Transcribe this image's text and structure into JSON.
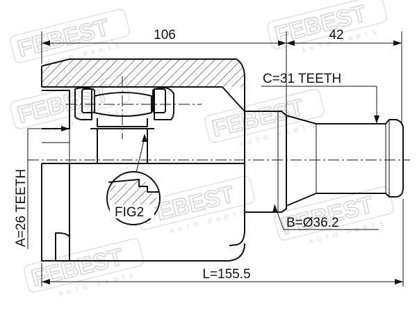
{
  "watermark": {
    "brand": "FEBEST",
    "sub": "AUTO PARTS"
  },
  "dimensions": {
    "body_length": "106",
    "shaft_length": "42",
    "total_length": "L=155.5",
    "outer_spline": "C=31 TEETH",
    "inner_spline": "A=26 TEETH",
    "shaft_diameter": "B=Ø36.2"
  },
  "detail": {
    "label": "FIG2"
  },
  "colors": {
    "line": "#111111",
    "watermark": "#cfd3d8",
    "background": "#ffffff"
  }
}
